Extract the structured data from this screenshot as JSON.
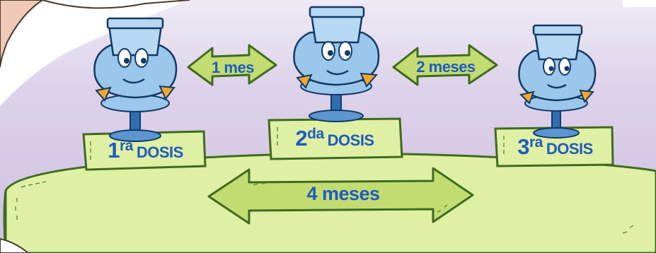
{
  "intervals": {
    "first_to_second": "1 mes",
    "second_to_third": "2 meses",
    "first_to_third": "4 meses"
  },
  "doses": [
    {
      "number": "1",
      "suffix": "ra",
      "word": "DOSIS"
    },
    {
      "number": "2",
      "suffix": "da",
      "word": "DOSIS"
    },
    {
      "number": "3",
      "suffix": "ra",
      "word": "DOSIS"
    }
  ],
  "colors": {
    "background_purple": "#ddd2ea",
    "ground_green": "#dff0a5",
    "arrow_green": "#c3dc72",
    "outline_green": "#3f6b20",
    "label_blue": "#1f5bbf",
    "character_blue": "#9cc7ec",
    "beak_orange": "#f2a82c"
  },
  "icons": [
    "vaccine-vial-character-icon",
    "double-arrow-icon"
  ]
}
